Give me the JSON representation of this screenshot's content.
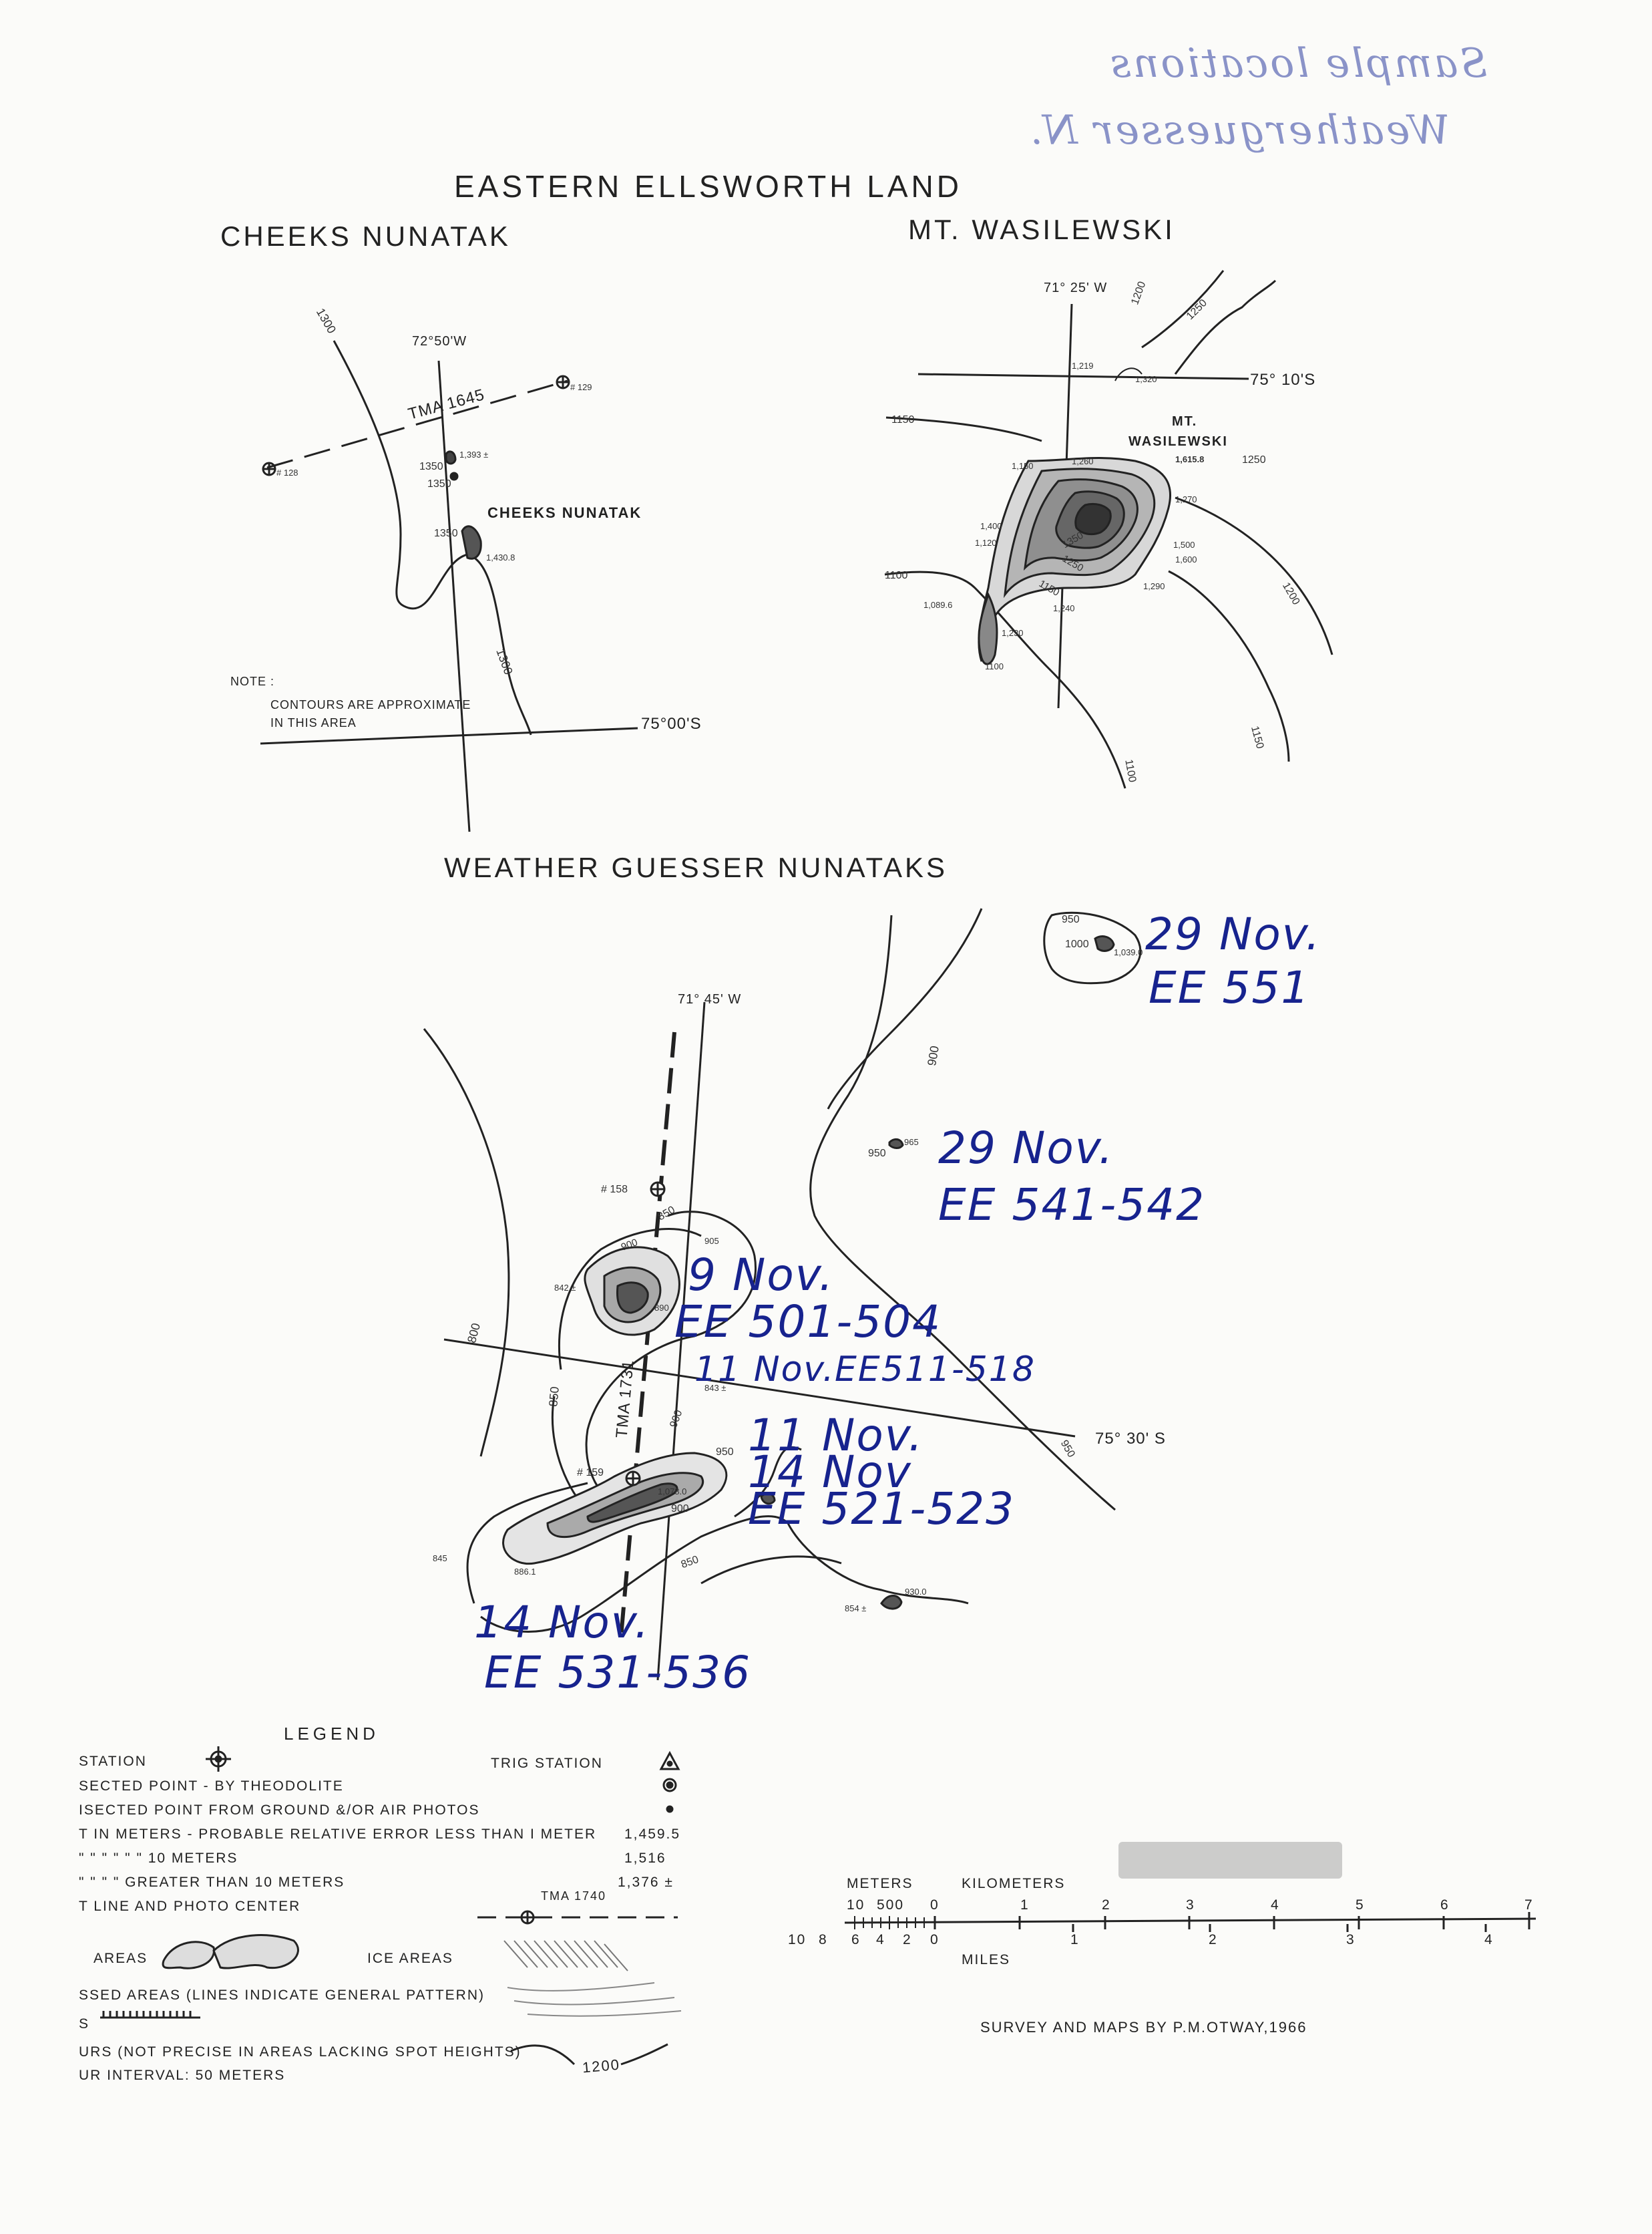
{
  "pencil_note": {
    "line1": "Sample locations",
    "line2": "Weatherguesser N."
  },
  "header": {
    "title": "EASTERN ELLSWORTH LAND"
  },
  "cheeks": {
    "heading": "CHEEKS NUNATAK",
    "lon": "72°50'W",
    "lat": "75°00'S",
    "name_label": "CHEEKS NUNATAK",
    "tma": "TMA 1645",
    "stations": [
      "# 128",
      "# 129"
    ],
    "contours": [
      "1300",
      "1300",
      "1350",
      "1350",
      "1350"
    ],
    "spot_heights": [
      "1,393 ±",
      "1,430.8"
    ],
    "note_title": "NOTE :",
    "note_lines": [
      "CONTOURS ARE APPROXIMATE",
      "IN THIS AREA"
    ]
  },
  "wasilewski": {
    "heading": "MT. WASILEWSKI",
    "lon": "71° 25' W",
    "lat": "75° 10'S",
    "name_label": [
      "MT.",
      "WASILEWSKI"
    ],
    "summit": "1,615.8",
    "contours": [
      "1200",
      "1250",
      "1150",
      "1250",
      "1100",
      "1350",
      "1250",
      "1150",
      "1200",
      "1150",
      "1100"
    ],
    "spot_heights": [
      "1,219",
      "1,320",
      "1,150",
      "1,260",
      "1,270",
      "1,400",
      "1,120",
      "1,500",
      "1,600",
      "1,290",
      "1,089.6",
      "1,240",
      "1,230",
      "1100"
    ]
  },
  "weather_guesser": {
    "heading": "WEATHER GUESSER NUNATAKS",
    "lon": "71° 45' W",
    "lat": "75° 30' S",
    "tma": "TMA 1731",
    "stations": [
      "# 158",
      "# 159"
    ],
    "contours": [
      "950",
      "1000",
      "900",
      "950",
      "850",
      "900",
      "800",
      "850",
      "900",
      "950",
      "900",
      "850",
      "950"
    ],
    "spot_heights": [
      "1,039.0",
      "965",
      "842 ±",
      "843 ±",
      "1,078.0",
      "845",
      "886.1",
      "854 ±",
      "930.0",
      "905",
      "890"
    ]
  },
  "annotations": [
    {
      "date": "29 Nov.",
      "ids": "EE 551"
    },
    {
      "date": "29 Nov.",
      "ids": "EE 541-542"
    },
    {
      "date": "9 Nov.",
      "ids": "EE 501-504"
    },
    {
      "date": "11 Nov.",
      "ids": "EE511-518"
    },
    {
      "date": "11 Nov.",
      "date2": "14 Nov",
      "ids": "EE 521-523"
    },
    {
      "date": "14 Nov.",
      "ids": "EE 531-536"
    }
  ],
  "legend": {
    "title": "LEGEND",
    "items": [
      "STATION",
      "SECTED POINT - BY THEODOLITE",
      "ISECTED POINT FROM GROUND &/OR AIR PHOTOS",
      "T IN METERS - PROBABLE RELATIVE ERROR LESS THAN I METER",
      "\"      \"      \"      \"      \"      \"   10 METERS",
      "\"      \"      \"      \"   GREATER THAN 10 METERS",
      "T LINE AND PHOTO CENTER",
      "AREAS",
      "SSED AREAS (LINES INDICATE GENERAL PATTERN)",
      "S",
      "URS (NOT PRECISE IN AREAS LACKING SPOT HEIGHTS)",
      "UR INTERVAL: 50 METERS"
    ],
    "trig_station": "TRIG STATION",
    "ice_areas": "ICE AREAS",
    "examples": [
      "1,459.5",
      "1,516",
      "1,376 ±"
    ],
    "flight_line": "TMA 1740",
    "contour_example": "1200"
  },
  "scale": {
    "meters_label": "METERS",
    "km_label": "KILOMETERS",
    "meter_ticks": [
      "10",
      "500",
      "0"
    ],
    "km_ticks": [
      "1",
      "2",
      "3",
      "4",
      "5",
      "6",
      "7"
    ],
    "mile_ticks_small": [
      "10",
      "8",
      "6",
      "4",
      "2",
      "0"
    ],
    "mile_ticks": [
      "1",
      "2",
      "3",
      "4"
    ],
    "miles_label": "MILES"
  },
  "credit": "SURVEY AND MAPS BY P.M.OTWAY,1966"
}
